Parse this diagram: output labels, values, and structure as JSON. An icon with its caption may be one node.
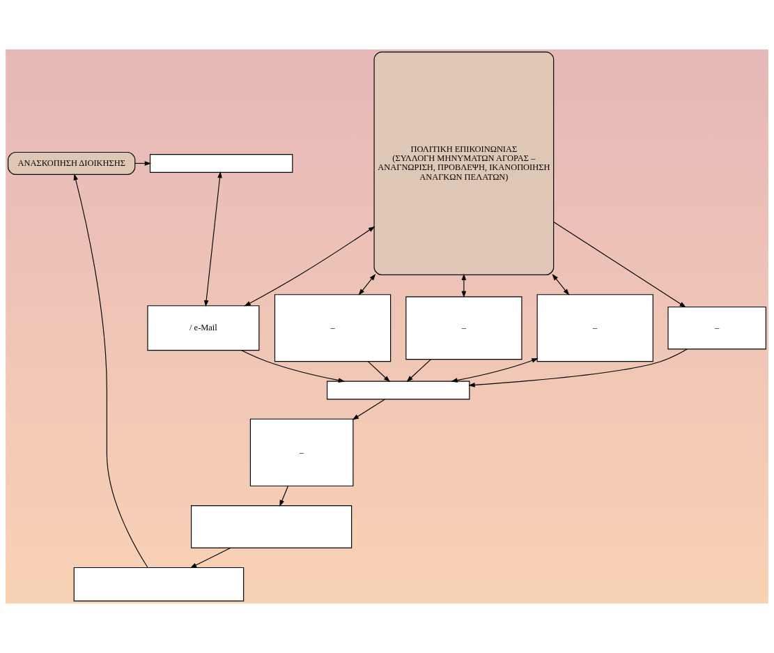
{
  "diagram": {
    "nodes": [
      {
        "text": [
          "ΑΝΑΣΚΟΠΗΣΗ ΔΙΟΙΚΗΣΗΣ"
        ]
      },
      {
        "text": [],
        "shape": "box"
      },
      {
        "text": [
          "/ e-Mail"
        ]
      },
      {
        "text": [
          "–"
        ]
      },
      {
        "text": [
          "–"
        ]
      },
      {
        "text": [
          "–"
        ]
      },
      {
        "text": [
          "–"
        ]
      },
      {
        "text": [
          "ΠΟΛΙΤΙΚΗ ΕΠΙΚΟΙΝΩΝΙΑΣ",
          "(ΣΥΛΛΟΓΗ ΜΗΝΥΜΑΤΩΝ ΑΓΟΡΑΣ – ΑΝΑΓΝΩΡΙΣΗ, ΠΡΟΒΛΕΨΗ, ΙΚΑΝΟΠΟΙΗΣΗ ΑΝΑΓΚΩΝ ΠΕΛΑΤΩΝ)"
        ]
      },
      {
        "text": [],
        "shape": "box"
      },
      {
        "text": [
          "–"
        ]
      },
      {
        "text": [],
        "shape": "box"
      },
      {
        "text": [],
        "shape": "box"
      }
    ],
    "edges": [
      {
        "from": 0,
        "to": 1,
        "arrow": "to"
      },
      {
        "from": 1,
        "to": 2,
        "arrow": "both"
      },
      {
        "from": 7,
        "to": 2,
        "arrow": "both"
      },
      {
        "from": 7,
        "to": 3,
        "arrow": "both"
      },
      {
        "from": 7,
        "to": 4,
        "arrow": "both"
      },
      {
        "from": 7,
        "to": 5,
        "arrow": "both"
      },
      {
        "from": 7,
        "to": 6,
        "arrow": "to"
      },
      {
        "from": 2,
        "to": 8,
        "arrow": "to"
      },
      {
        "from": 3,
        "to": 8,
        "arrow": "to"
      },
      {
        "from": 4,
        "to": 8,
        "arrow": "to"
      },
      {
        "from": 5,
        "to": 8,
        "arrow": "both"
      },
      {
        "from": 6,
        "to": 8,
        "arrow": "to"
      },
      {
        "from": 8,
        "to": 9,
        "arrow": "to"
      },
      {
        "from": 9,
        "to": 10,
        "arrow": "to"
      },
      {
        "from": 10,
        "to": 11,
        "arrow": "to"
      },
      {
        "from": 11,
        "to": 0,
        "arrow": "to"
      }
    ]
  }
}
